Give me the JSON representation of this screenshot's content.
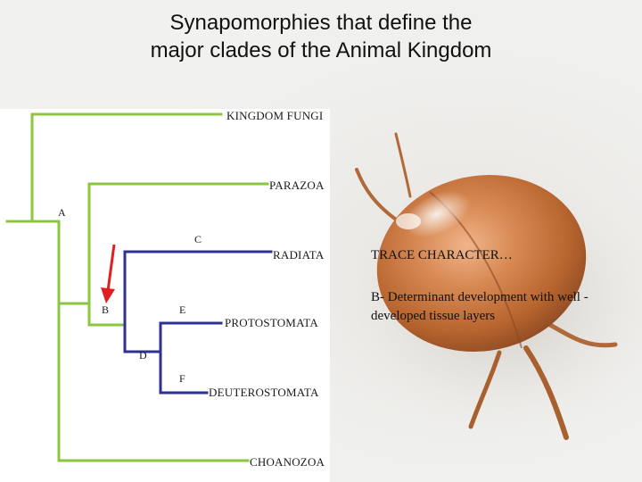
{
  "title": {
    "line1": "Synapomorphies that define the",
    "line2": "major clades of the Animal Kingdom"
  },
  "tree": {
    "taxa": [
      "KINGDOM FUNGI",
      "PARAZOA",
      "RADIATA",
      "PROTOSTOMATA",
      "DEUTEROSTOMATA",
      "CHOANOZOA"
    ],
    "nodes": [
      "A",
      "B",
      "C",
      "D",
      "E",
      "F"
    ]
  },
  "caption": {
    "heading": "TRACE CHARACTER…",
    "text": "B- Determinant development with well -developed tissue layers"
  },
  "colors": {
    "green_branch": "#8cc63f",
    "blue_branch": "#2e3192",
    "arrow": "#e02020",
    "photo_beetle": "#c97a47"
  },
  "icons": {
    "arrow": "red-down-arrow-icon"
  }
}
